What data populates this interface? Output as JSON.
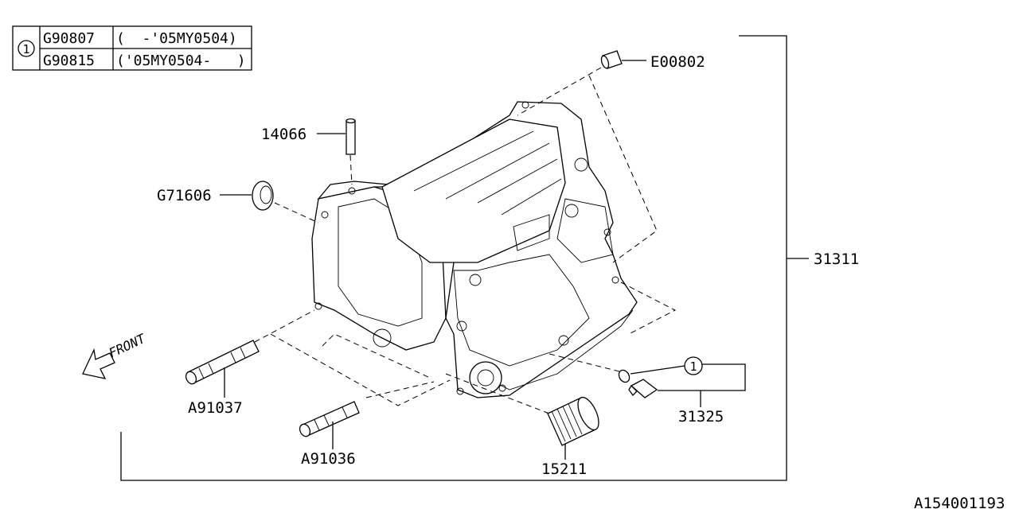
{
  "legend_table": {
    "symbol": "1",
    "rows": [
      {
        "part": "G90807",
        "range": "(  -'05MY0504)"
      },
      {
        "part": "G90815",
        "range": "('05MY0504-   )"
      }
    ]
  },
  "callouts": {
    "e00802": "E00802",
    "p14066": "14066",
    "g71606": "G71606",
    "p31311": "31311",
    "a91037": "A91037",
    "a91036": "A91036",
    "p15211": "15211",
    "p31325": "31325",
    "ref1": "1"
  },
  "front_label": "FRONT",
  "diagram_code": "A154001193"
}
